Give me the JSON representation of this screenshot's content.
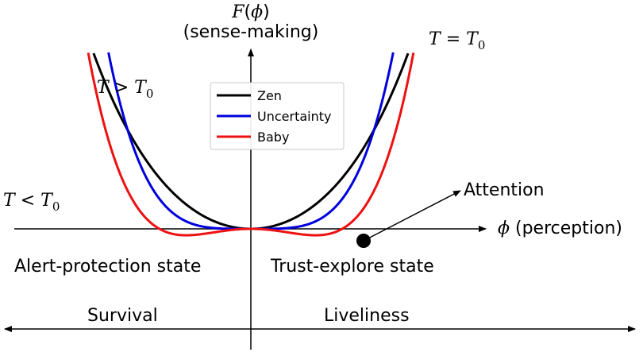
{
  "y_axis": {
    "symbol_F": "F",
    "symbol_phi": "ϕ",
    "paren_open": "(",
    "paren_close": ")",
    "subtitle": "(sense-making)"
  },
  "x_axis": {
    "symbol_phi": "ϕ",
    "label": "(perception)"
  },
  "temperature_labels": {
    "T": "T",
    "greater": ">",
    "less": "<",
    "equals": "=",
    "T0_base": "T",
    "T0_sub": "0"
  },
  "attention_label": "Attention",
  "state_left": "Alert-protection state",
  "state_right": "Trust-explore state",
  "bottom_left": "Survival",
  "bottom_right": "Liveliness",
  "legend": {
    "items": [
      {
        "label": "Zen",
        "color": "#000000"
      },
      {
        "label": "Uncertainty",
        "color": "#0000dd"
      },
      {
        "label": "Baby",
        "color": "#ee1111"
      }
    ]
  },
  "curves": {
    "zen": {
      "a2": 1.0,
      "a4": 0.05,
      "color": "#000000"
    },
    "uncertainty": {
      "a2": 0.0,
      "a4": 0.35,
      "color": "#0000dd"
    },
    "baby": {
      "a2": -0.55,
      "a4": 0.3,
      "color": "#ee1111"
    }
  }
}
